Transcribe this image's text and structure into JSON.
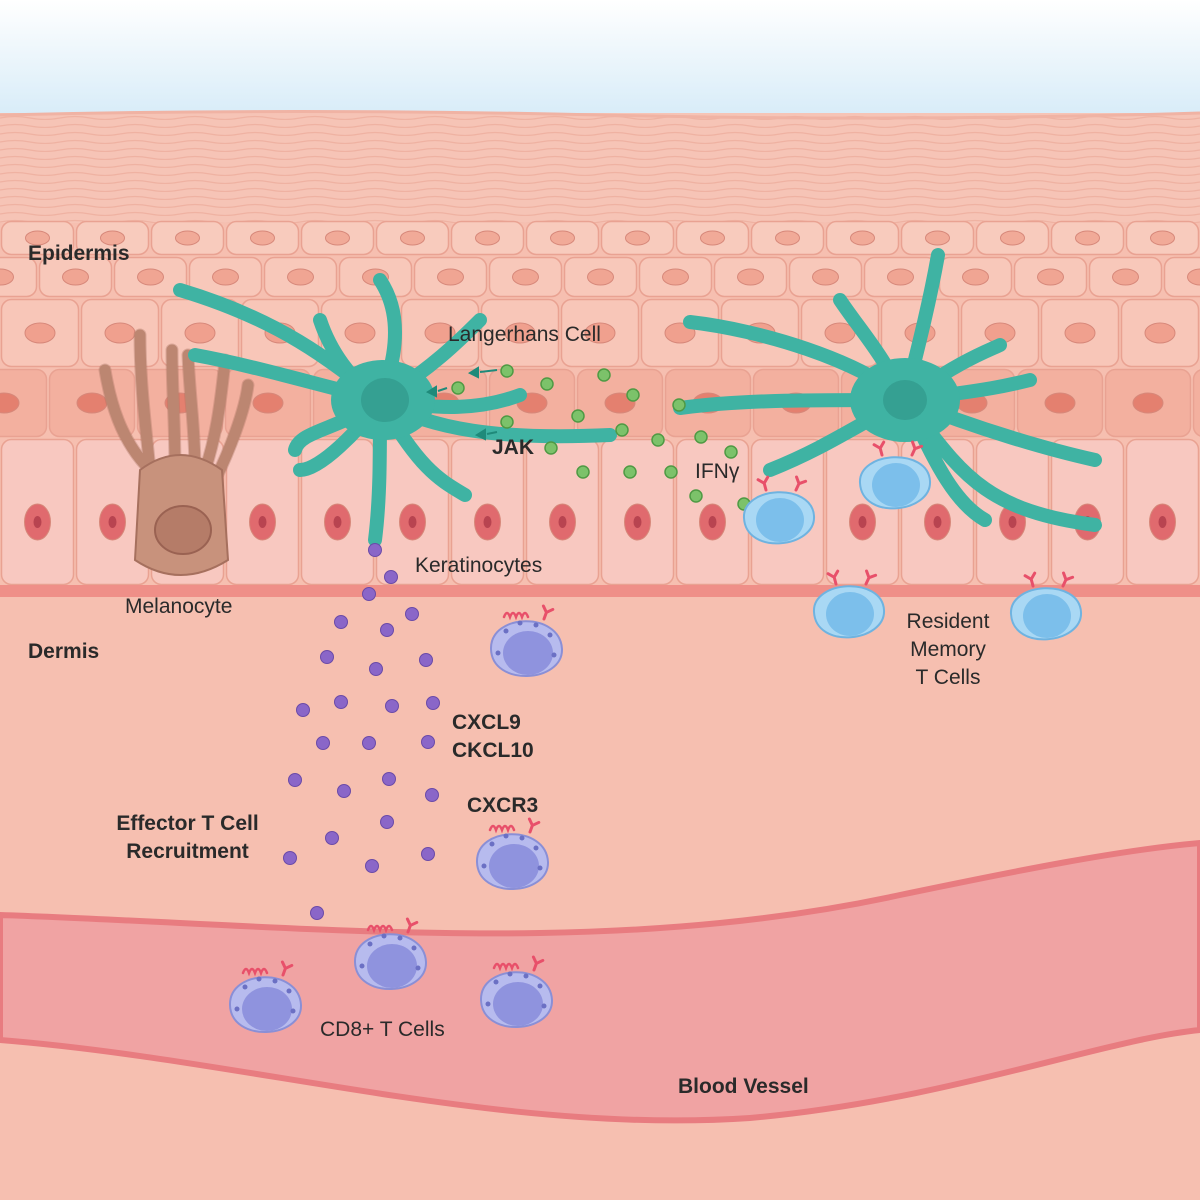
{
  "labels": {
    "epidermis": "Epidermis",
    "dermis": "Dermis",
    "langerhans": "Langerhans Cell",
    "jak": "JAK",
    "ifng": "IFNγ",
    "keratinocytes": "Keratinocytes",
    "melanocyte": "Melanocyte",
    "resident_1": "Resident",
    "resident_2": "Memory",
    "resident_3": "T Cells",
    "cxcl9": "CXCL9",
    "ckcl10": "CKCL10",
    "cxcr3": "CXCR3",
    "effector_1": "Effector T Cell",
    "effector_2": "Recruitment",
    "cd8": "CD8+ T Cells",
    "blood_vessel": "Blood Vessel"
  },
  "colors": {
    "sky": "#dff0fa",
    "skin_top": "#f6c3b4",
    "cell_fill": "#f7c6b9",
    "cell_stroke": "#e9a292",
    "nucleus": "#ee9f8c",
    "basal_nucleus": "#d9646a",
    "dermis": "#f6bfb0",
    "membrane": "#ee8a86",
    "vessel": "#f0a3a0",
    "vessel_wall": "#e87c80",
    "langerhans": "#3fb3a3",
    "melanocyte": "#c8927c",
    "ifng_dot": "#7cc26a",
    "chemokine_dot": "#8a66c8",
    "resident_t": "#9fd3f2",
    "cd8_t": "#a9aee8",
    "receptor": "#e8506a"
  }
}
